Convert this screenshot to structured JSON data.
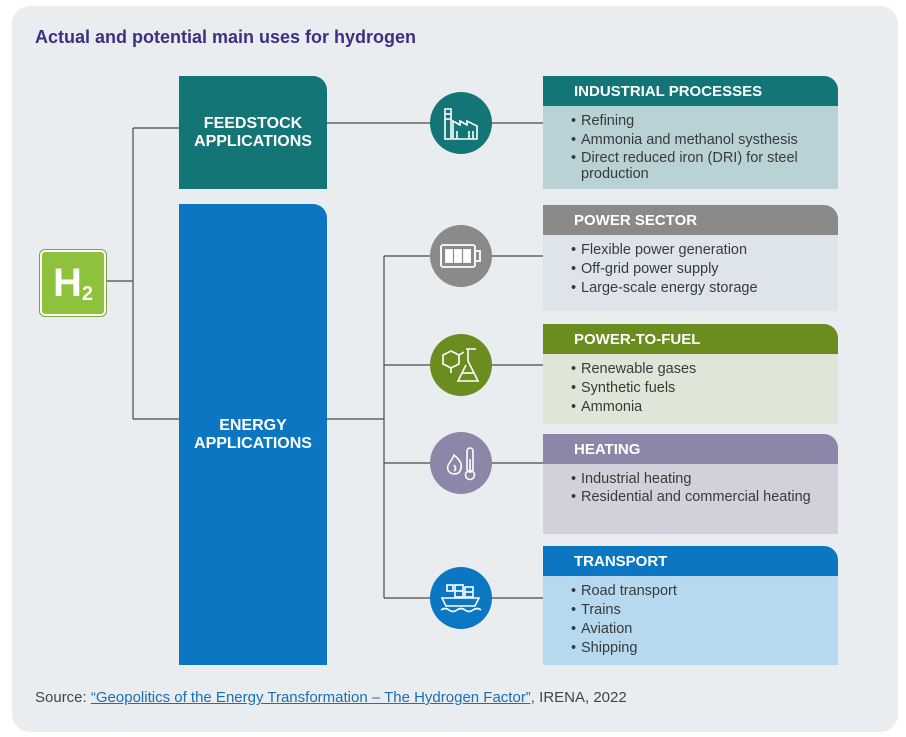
{
  "title": "Actual and potential main uses for hydrogen",
  "hydrogen": {
    "symbol": "H",
    "subscript": "2"
  },
  "feedstock_label": "FEEDSTOCK\nAPPLICATIONS",
  "energy_label": "ENERGY\nAPPLICATIONS",
  "categories": [
    {
      "heading": "INDUSTRIAL PROCESSES",
      "icon": "factory-icon",
      "color": "#137576",
      "body_color": "#b8d2d6",
      "items": [
        "Refining",
        "Ammonia and methanol systhesis",
        "Direct reduced iron (DRI) for steel production"
      ]
    },
    {
      "heading": "POWER SECTOR",
      "icon": "battery-icon",
      "color": "#8a8a8a",
      "body_color": "#dde5ea",
      "items": [
        "Flexible power generation",
        "Off-grid power supply",
        "Large-scale energy storage"
      ]
    },
    {
      "heading": "POWER-TO-FUEL",
      "icon": "chemistry-flask-icon",
      "color": "#6b8c1e",
      "body_color": "#dfe6d8",
      "items": [
        "Renewable gases",
        "Synthetic fuels",
        "Ammonia"
      ]
    },
    {
      "heading": "HEATING",
      "icon": "flame-thermometer-icon",
      "color": "#8c86a8",
      "body_color": "#d3d0dc",
      "items": [
        "Industrial heating",
        "Residential and commercial heating"
      ]
    },
    {
      "heading": "TRANSPORT",
      "icon": "cargo-ship-icon",
      "color": "#0b77c3",
      "body_color": "#b7d9f0",
      "items": [
        "Road transport",
        "Trains",
        "Aviation",
        "Shipping"
      ]
    }
  ],
  "source": {
    "prefix": "Source: ",
    "link_text": "“Geopolitics of the Energy Transformation – The Hydrogen Factor”,",
    "suffix": " IRENA, 2022"
  }
}
